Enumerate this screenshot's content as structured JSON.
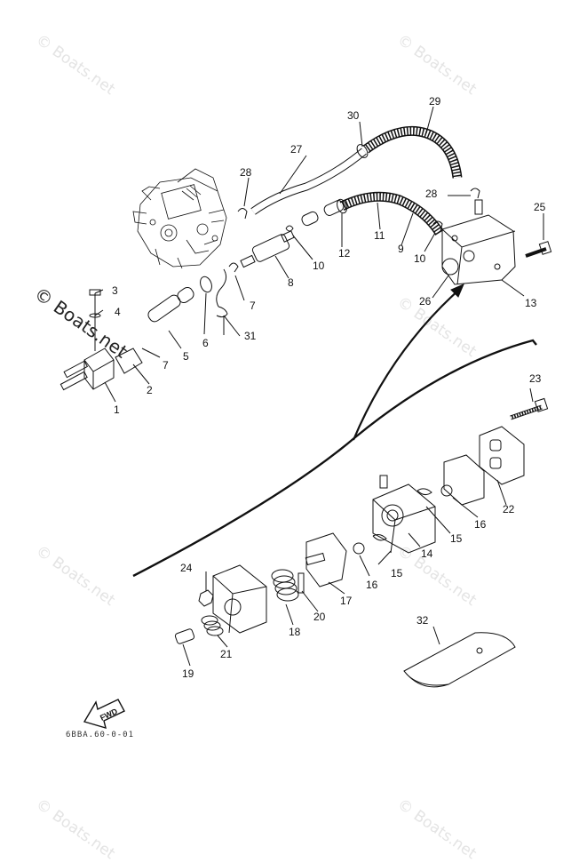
{
  "watermarks": [
    "© Boats.net",
    "© Boats.net",
    "© Boats.net",
    "© Boats.net",
    "© Boats.net",
    "© Boats.net",
    "© Boats.net"
  ],
  "watermark_dark": "© Boats.net",
  "callouts": {
    "p1": "1",
    "p2": "2",
    "p3": "3",
    "p4": "4",
    "p5": "5",
    "p6": "6",
    "p7a": "7",
    "p7b": "7",
    "p8": "8",
    "p9": "9",
    "p10a": "10",
    "p10b": "10",
    "p11": "11",
    "p12": "12",
    "p13": "13",
    "p14": "14",
    "p15a": "15",
    "p15b": "15",
    "p16a": "16",
    "p16b": "16",
    "p17": "17",
    "p18": "18",
    "p19": "19",
    "p20": "20",
    "p21": "21",
    "p22": "22",
    "p23": "23",
    "p24": "24",
    "p25": "25",
    "p26": "26",
    "p27": "27",
    "p28a": "28",
    "p28b": "28",
    "p29": "29",
    "p30": "30",
    "p31": "31",
    "p32": "32"
  },
  "fwd_label": "FWD",
  "drawing_code": "6BBA.60-0-01"
}
